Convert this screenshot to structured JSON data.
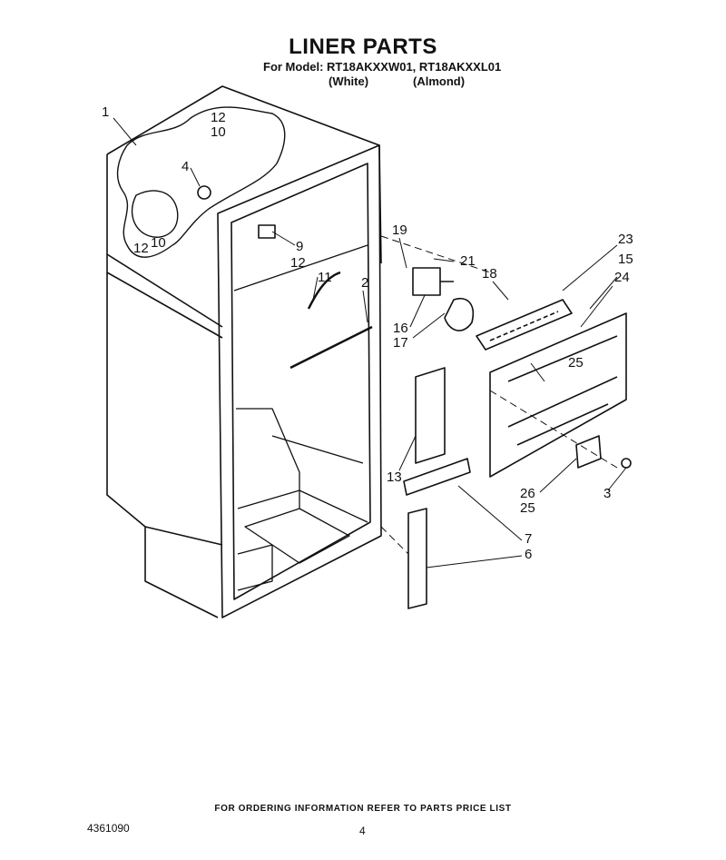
{
  "header": {
    "title": "LINER PARTS",
    "model_line": "For Model: RT18AKXXW01, RT18AKXXL01",
    "variant_white": "(White)",
    "variant_almond": "(Almond)"
  },
  "callouts": [
    "1",
    "12",
    "10",
    "4",
    "12",
    "10",
    "19",
    "21",
    "23",
    "15",
    "24",
    "9",
    "12",
    "11",
    "2",
    "18",
    "16",
    "17",
    "25",
    "13",
    "26",
    "25",
    "3",
    "7",
    "6"
  ],
  "footer": {
    "note": "FOR ORDERING INFORMATION REFER TO PARTS PRICE LIST",
    "doc_number": "4361090",
    "page_number": "4"
  }
}
